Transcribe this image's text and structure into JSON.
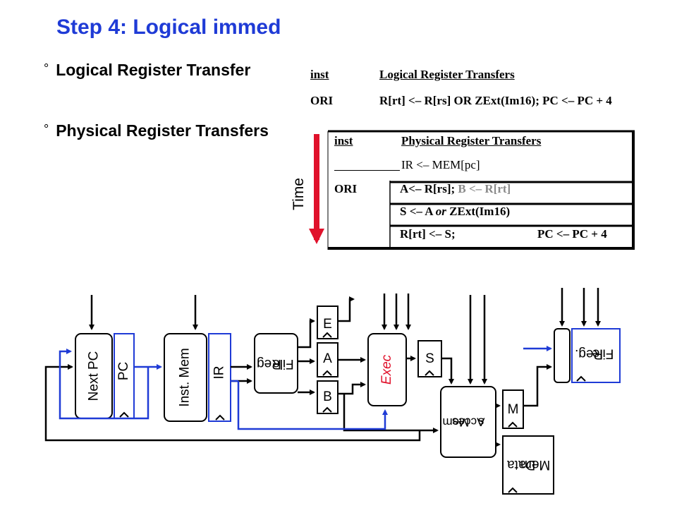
{
  "title": "Step 4: Logical immed",
  "bullets": [
    {
      "mark": "°",
      "text": "Logical Register Transfer"
    },
    {
      "mark": "°",
      "text": "Physical Register Transfers"
    }
  ],
  "logical_table": {
    "header_inst": "inst",
    "header_desc": "Logical Register Transfers",
    "row_inst": "ORI",
    "row_desc": "R[rt] <– R[rs] OR ZExt(Im16); PC <– PC + 4"
  },
  "physical_table": {
    "header_inst": "inst",
    "header_desc": "Physical Register Transfers",
    "fetch": "IR <– MEM[pc]",
    "row_inst": "ORI",
    "step1_a": "A<– R[rs];",
    "step1_b": "B <– R[rt]",
    "step2_pre": "S <– A",
    "step2_op": "or",
    "step2_post": "ZExt(Im16)",
    "step3_a": "R[rt] <– S;",
    "step3_b": "PC <– PC + 4"
  },
  "time_label": "Time",
  "datapath": {
    "next_pc": "Next PC",
    "pc": "PC",
    "inst_mem": "Inst. Mem",
    "ir": "IR",
    "reg_file_line1": "Reg",
    "reg_file_line2": "File",
    "reg_e": "E",
    "reg_a": "A",
    "reg_b": "B",
    "exec": "Exec",
    "reg_s": "S",
    "mem_access_line1": "Mem",
    "mem_access_line2": "Acces",
    "mem_access_line3": "s",
    "reg_m": "M",
    "data_mem_line1": "Data",
    "data_mem_line2": "Mem",
    "reg_file2_line1": "Reg.",
    "reg_file2_line2": "File"
  },
  "colors": {
    "title": "#1f3bd6",
    "datapath_blue": "#1f3bd6",
    "exec_red": "#e0112b",
    "time_arrow": "#e0112b",
    "muted_text": "#8a8a8a"
  }
}
